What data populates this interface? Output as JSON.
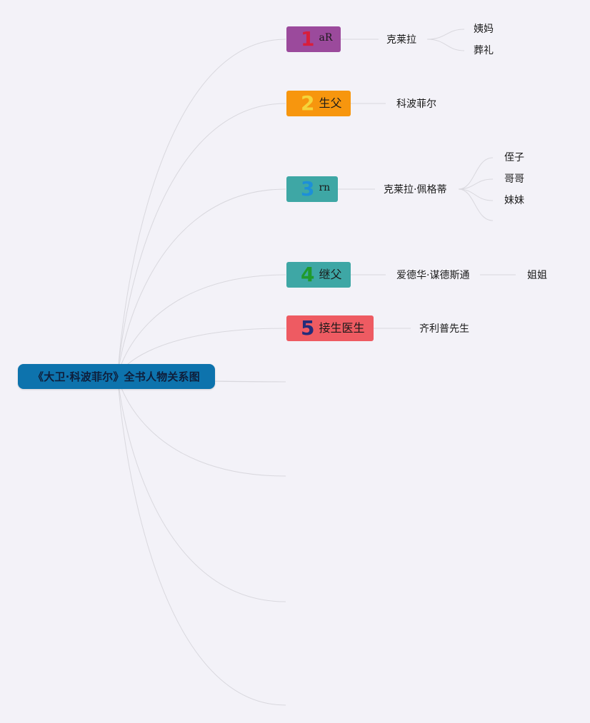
{
  "root": {
    "label": "《大卫·科波菲尔》全书人物关系图",
    "color": "#0d73ad"
  },
  "categories": [
    {
      "number": "1",
      "label": "aR",
      "color": "#9b4a9c",
      "number_color": "#d81e3c",
      "child": {
        "label": "克莱拉",
        "children": [
          "姨妈",
          "葬礼"
        ]
      }
    },
    {
      "number": "2",
      "label": "生父",
      "color": "#f7960e",
      "number_color": "#f5d43a",
      "child": {
        "label": "科波菲尔",
        "children": []
      }
    },
    {
      "number": "3",
      "label": "rn",
      "color": "#3ea7a5",
      "number_color": "#1d8fd8",
      "child": {
        "label": "克莱拉·佩格蒂",
        "children": [
          "侄子",
          "哥哥",
          "妹妹"
        ]
      }
    },
    {
      "number": "4",
      "label": "继父",
      "color": "#3ea7a5",
      "number_color": "#1f9a2c",
      "child": {
        "label": "爱德华·谋德斯通",
        "children": [
          "姐姐"
        ]
      }
    },
    {
      "number": "5",
      "label": "接生医生",
      "color": "#ee5b62",
      "number_color": "#232c7a",
      "child": {
        "label": "齐利普先生",
        "children": []
      }
    }
  ]
}
